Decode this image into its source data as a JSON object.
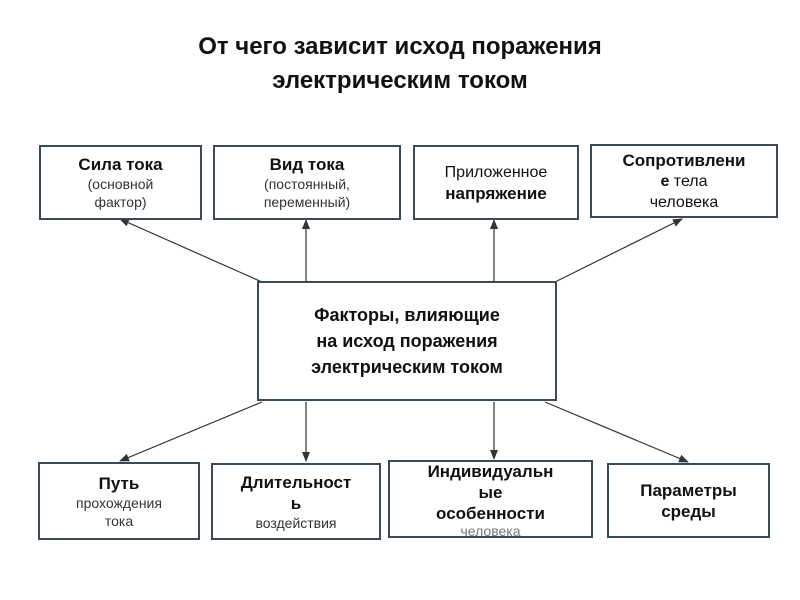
{
  "title": {
    "line1": "От чего зависит исход поражения",
    "line2": "электрическим током"
  },
  "center": {
    "line1": "Факторы, влияющие",
    "line2": "на исход поражения",
    "line3": "электрическим током"
  },
  "top_boxes": [
    {
      "title": "Сила тока",
      "note1": "(основной",
      "note2": "фактор)"
    },
    {
      "title": "Вид тока",
      "note1": "(постоянный,",
      "note2": "переменный)"
    },
    {
      "line1": "Приложенное",
      "line2": "напряжение"
    },
    {
      "line1": "Сопротивлени",
      "line2": "е",
      "line2b": " тела",
      "line3": "человека"
    }
  ],
  "bottom_boxes": [
    {
      "title": "Путь",
      "note1": "прохождения",
      "note2": "тока"
    },
    {
      "title1": "Длительност",
      "title2": "ь",
      "note1": "воздействия"
    },
    {
      "title1": "Индивидуальн",
      "title2": "ые",
      "title3": "особенности",
      "note1": "человека"
    },
    {
      "title1": "Параметры",
      "title2": "среды"
    }
  ],
  "colors": {
    "border": "#3b4a57",
    "arrow": "#333333",
    "text": "#111111"
  }
}
